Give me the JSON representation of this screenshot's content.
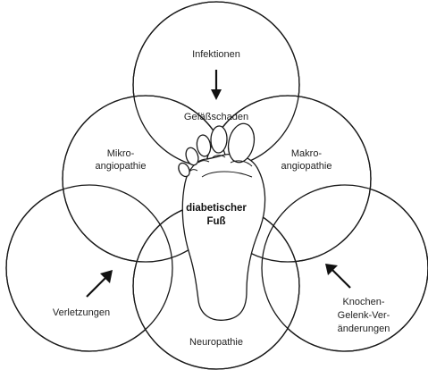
{
  "labels": {
    "infektionen": "Infektionen",
    "gefaessschaden": "Gefäßschaden",
    "mikro_line1": "Mikro-",
    "mikro_line2": "angiopathie",
    "makro_line1": "Makro-",
    "makro_line2": "angiopathie",
    "center_line1": "diabetischer",
    "center_line2": "Fuß",
    "verletzungen": "Verletzungen",
    "neuropathie": "Neuropathie",
    "knochen_line1": "Knochen-",
    "knochen_line2": "Gelenk-Ver-",
    "knochen_line3": "änderungen"
  }
}
